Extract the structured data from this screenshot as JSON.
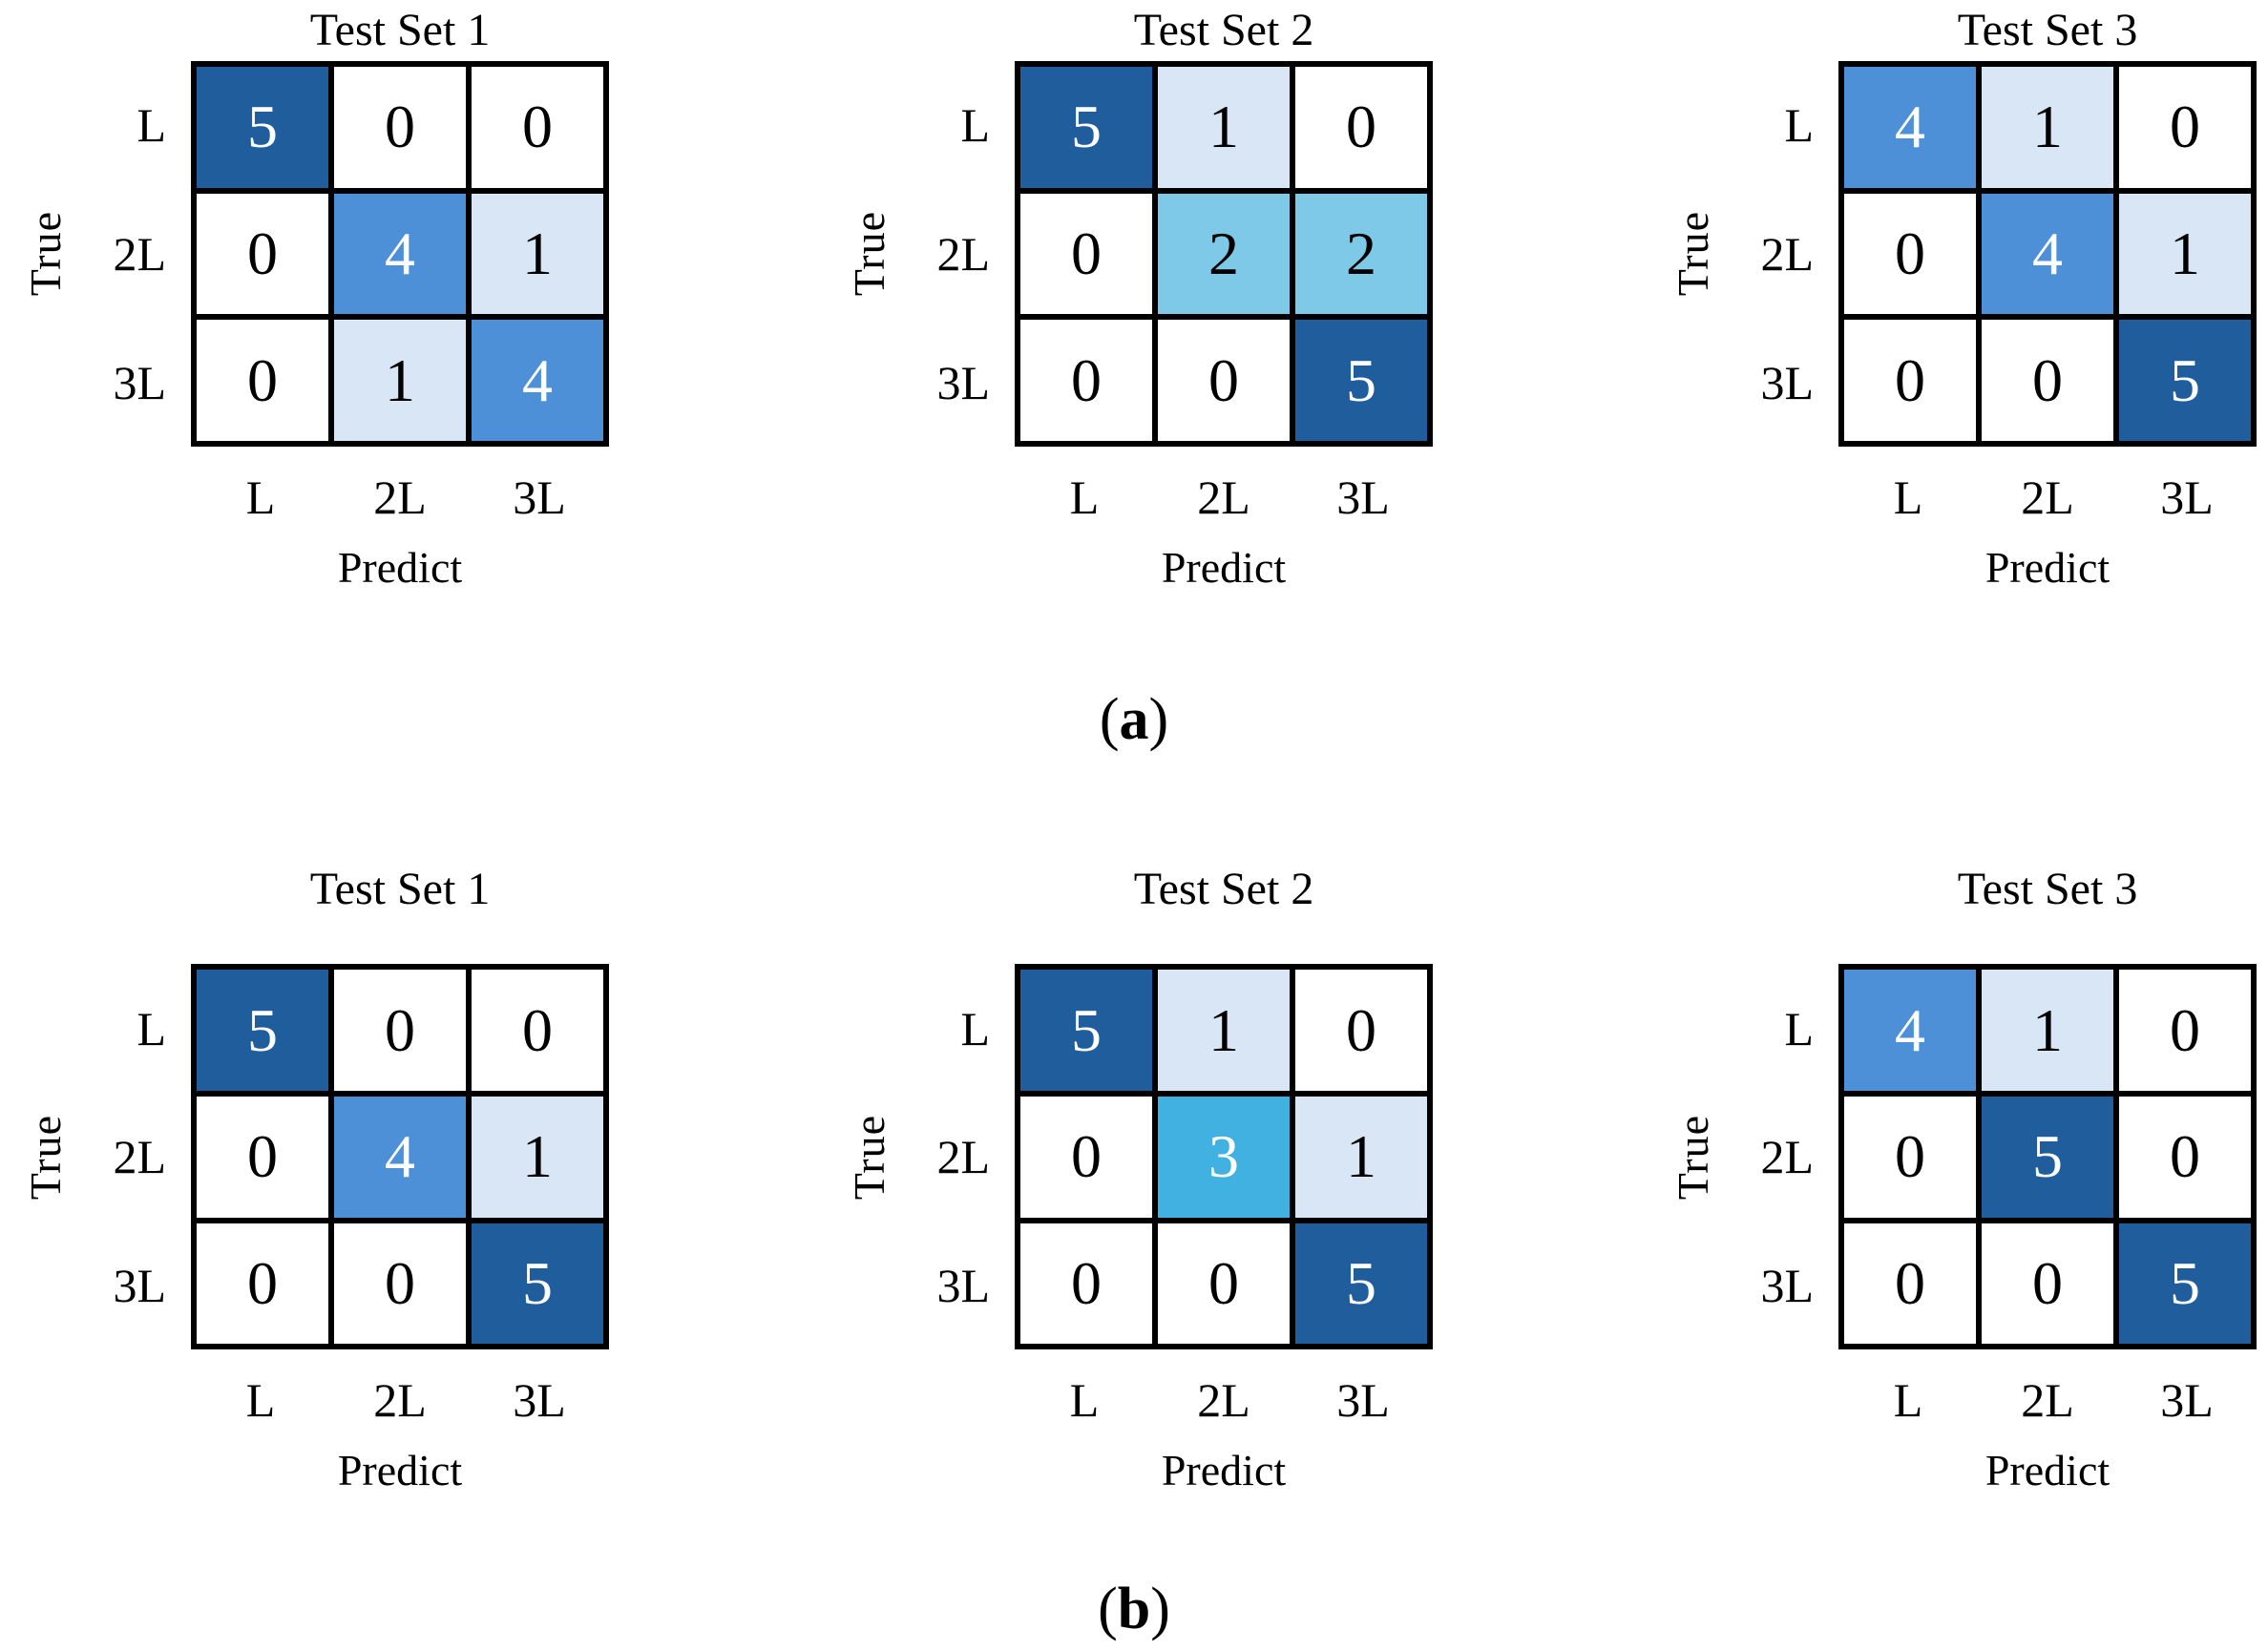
{
  "figure": {
    "ylabel": "True",
    "xlabel": "Predict",
    "classes": [
      "L",
      "2L",
      "3L"
    ],
    "captions": {
      "a": {
        "open": "(",
        "letter": "a",
        "close": ")"
      },
      "b": {
        "open": "(",
        "letter": "b",
        "close": ")"
      }
    }
  },
  "colors": {
    "value_fill": {
      "0": "#ffffff",
      "1": "#d8e6f5",
      "2": "#7fc9e8",
      "3": "#41b1e1",
      "4": "#4d90d8",
      "5": "#205d9c"
    },
    "cell_text_light": "#ffffff",
    "cell_text_dark": "#000000",
    "white_text_values": [
      3,
      4,
      5
    ],
    "grid_line": "#000000"
  },
  "chart_data": [
    {
      "type": "heatmap",
      "group": "a",
      "title": "Test Set 1",
      "xlabel": "Predict",
      "ylabel": "True",
      "x_labels": [
        "L",
        "2L",
        "3L"
      ],
      "y_labels": [
        "L",
        "2L",
        "3L"
      ],
      "values": [
        [
          5,
          0,
          0
        ],
        [
          0,
          4,
          1
        ],
        [
          0,
          1,
          4
        ]
      ]
    },
    {
      "type": "heatmap",
      "group": "a",
      "title": "Test Set 2",
      "xlabel": "Predict",
      "ylabel": "True",
      "x_labels": [
        "L",
        "2L",
        "3L"
      ],
      "y_labels": [
        "L",
        "2L",
        "3L"
      ],
      "values": [
        [
          5,
          1,
          0
        ],
        [
          0,
          2,
          2
        ],
        [
          0,
          0,
          5
        ]
      ]
    },
    {
      "type": "heatmap",
      "group": "a",
      "title": "Test Set 3",
      "xlabel": "Predict",
      "ylabel": "True",
      "x_labels": [
        "L",
        "2L",
        "3L"
      ],
      "y_labels": [
        "L",
        "2L",
        "3L"
      ],
      "values": [
        [
          4,
          1,
          0
        ],
        [
          0,
          4,
          1
        ],
        [
          0,
          0,
          5
        ]
      ]
    },
    {
      "type": "heatmap",
      "group": "b",
      "title": "Test Set 1",
      "xlabel": "Predict",
      "ylabel": "True",
      "x_labels": [
        "L",
        "2L",
        "3L"
      ],
      "y_labels": [
        "L",
        "2L",
        "3L"
      ],
      "values": [
        [
          5,
          0,
          0
        ],
        [
          0,
          4,
          1
        ],
        [
          0,
          0,
          5
        ]
      ]
    },
    {
      "type": "heatmap",
      "group": "b",
      "title": "Test Set 2",
      "xlabel": "Predict",
      "ylabel": "True",
      "x_labels": [
        "L",
        "2L",
        "3L"
      ],
      "y_labels": [
        "L",
        "2L",
        "3L"
      ],
      "values": [
        [
          5,
          1,
          0
        ],
        [
          0,
          3,
          1
        ],
        [
          0,
          0,
          5
        ]
      ]
    },
    {
      "type": "heatmap",
      "group": "b",
      "title": "Test Set 3",
      "xlabel": "Predict",
      "ylabel": "True",
      "x_labels": [
        "L",
        "2L",
        "3L"
      ],
      "y_labels": [
        "L",
        "2L",
        "3L"
      ],
      "values": [
        [
          4,
          1,
          0
        ],
        [
          0,
          5,
          0
        ],
        [
          0,
          0,
          5
        ]
      ]
    }
  ]
}
